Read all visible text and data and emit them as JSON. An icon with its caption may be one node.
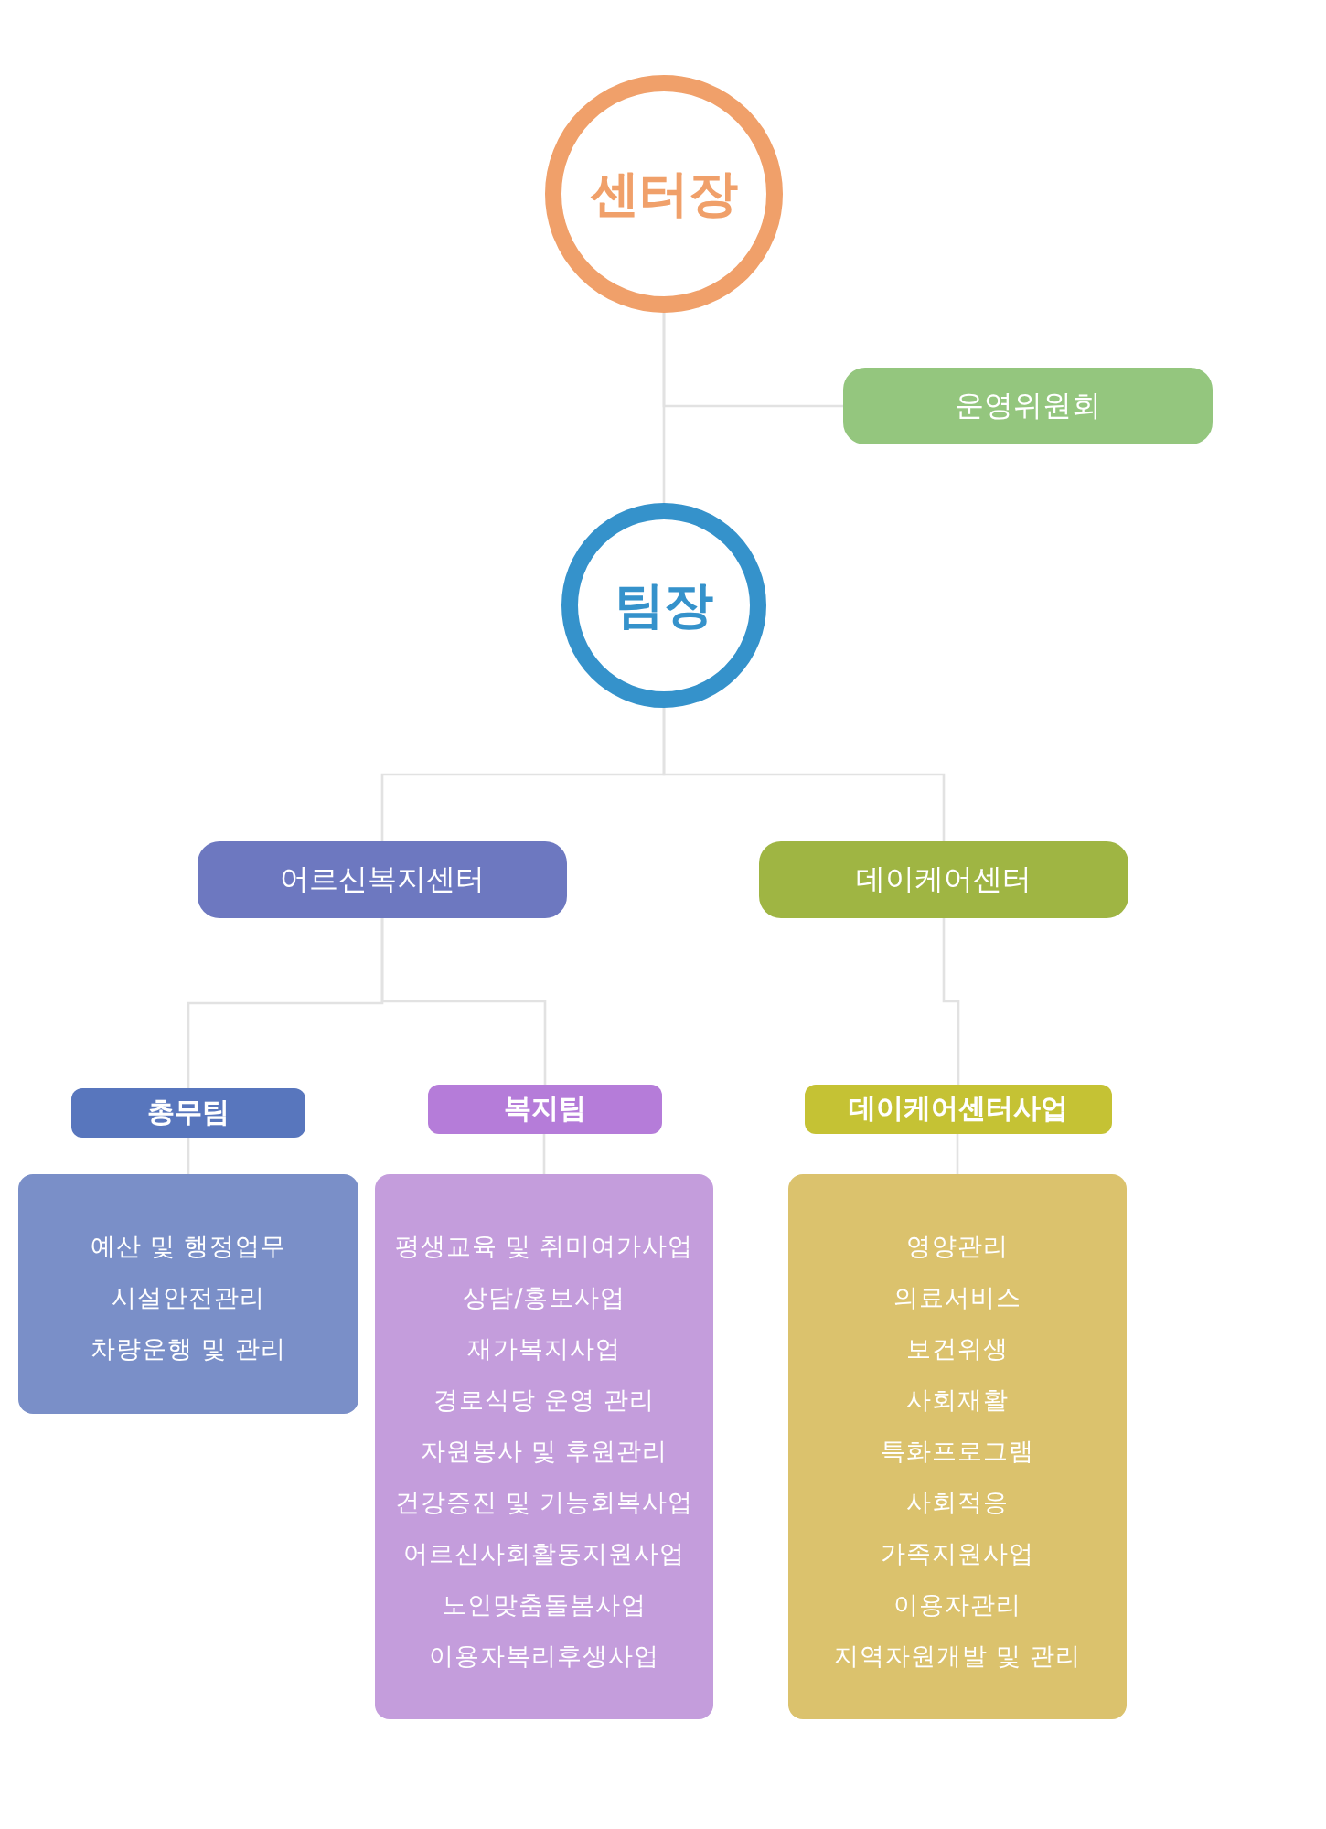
{
  "diagram": {
    "nodes": [
      {
        "text": [
          "센터장"
        ]
      },
      {
        "text": [
          "운영위원회"
        ]
      },
      {
        "text": [
          "팀장"
        ]
      },
      {
        "text": [
          "어르신복지센터"
        ]
      },
      {
        "text": [
          "데이케어센터"
        ]
      },
      {
        "text": [
          "총무팀"
        ]
      },
      {
        "text": [
          "복지팀"
        ]
      },
      {
        "text": [
          "데이케어센터사업"
        ]
      },
      {
        "text": [
          "예산 및 행정업무",
          "시설안전관리",
          "차량운행 및 관리"
        ]
      },
      {
        "text": [
          "평생교육 및 취미여가사업",
          "상담/홍보사업",
          "재가복지사업",
          "경로식당 운영 관리",
          "자원봉사 및 후원관리",
          "건강증진 및 기능회복사업",
          "어르신사회활동지원사업",
          "노인맞춤돌봄사업",
          "이용자복리후생사업"
        ]
      },
      {
        "text": [
          "영양관리",
          "의료서비스",
          "보건위생",
          "사회재활",
          "특화프로그램",
          "사회적응",
          "가족지원사업",
          "이용자관리",
          "지역자원개발 및 관리"
        ]
      }
    ],
    "edges": [
      {
        "from": 0,
        "to": 1,
        "arrow": "none"
      },
      {
        "from": 0,
        "to": 2,
        "arrow": "none"
      },
      {
        "from": 2,
        "to": 3,
        "arrow": "none"
      },
      {
        "from": 2,
        "to": 4,
        "arrow": "none"
      },
      {
        "from": 3,
        "to": 5,
        "arrow": "none"
      },
      {
        "from": 3,
        "to": 6,
        "arrow": "none"
      },
      {
        "from": 4,
        "to": 7,
        "arrow": "none"
      },
      {
        "from": 5,
        "to": 8,
        "arrow": "none"
      },
      {
        "from": 6,
        "to": 9,
        "arrow": "none"
      },
      {
        "from": 7,
        "to": 10,
        "arrow": "none"
      }
    ]
  }
}
